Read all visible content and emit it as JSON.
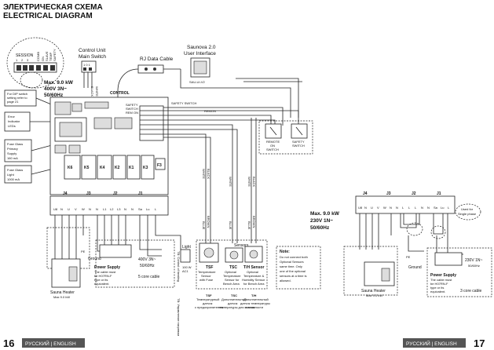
{
  "title_ru": "ЭЛЕКТРИЧЕСКАЯ СХЕМА",
  "title_en": "ELECTRICAL DIAGRAM",
  "session": {
    "label": "SESSION",
    "nums": [
      "1",
      "2",
      "3"
    ],
    "dip": [
      "COMB",
      "ON",
      "SLAVE",
      "TEMP",
      "SAFETY"
    ]
  },
  "control_unit": {
    "l1": "Control Unit",
    "l2": "Main Switch",
    "nums": "1 0 1"
  },
  "rj": "RJ Data Cable",
  "saunova": {
    "l1": "Saunova 2.0",
    "l2": "User Interface",
    "model": "SAU-UI-V2"
  },
  "control_label": "CONTROL",
  "power_left": {
    "l1": "Max. 9.0 kW",
    "l2": "400V 3N~",
    "l3": "50/60Hz"
  },
  "dip_note": {
    "l1": "For DIP switch",
    "l2": "setting refer to",
    "l3": "page 21"
  },
  "error": {
    "l1": "Error",
    "l2": "Indicator",
    "l3": "LEDs"
  },
  "fuse_primary": {
    "l1": "Fuse Glass",
    "l2": "Primary",
    "l3": "Supply",
    "l4": "160 mA"
  },
  "fuse_light": {
    "l1": "Fuse Glass",
    "l2": "Light",
    "l3": "1000 mA"
  },
  "relays": [
    "K6",
    "K5",
    "K4",
    "K2",
    "K1",
    "K3"
  ],
  "fuse_f3": "F3",
  "safety_switch": "SAFETY SWITCH",
  "remon": "REMON",
  "board_labels": [
    "SAFETY",
    "SWITCH",
    "REM ON"
  ],
  "remote_switch": {
    "l1": "REMOTE",
    "l2": "ON",
    "l3": "SWITCH"
  },
  "safety_box": {
    "l1": "SAFETY",
    "l2": "SWITCH"
  },
  "wires": {
    "white": "WHITE",
    "black": "BLACK",
    "blue": "BLUE",
    "brown": "BROWN"
  },
  "terminals_left": {
    "j4": "J4",
    "j3": "J3",
    "j2": "J2",
    "j1": "J1",
    "pins": [
      "U8",
      "N",
      "U",
      "V",
      "W",
      "N",
      "N",
      "L1",
      "L2",
      "L3",
      "N",
      "N",
      "Sa",
      "Lu",
      "L"
    ]
  },
  "sauna_heater": {
    "l1": "Sauna Heater",
    "l2": "Max 9.0 kW"
  },
  "ground": "Ground",
  "pe": "PE",
  "power_supply": {
    "l1": "Power Supply",
    "l2": "The cable must",
    "l3": "be H07RN-F",
    "l4": "type or its",
    "l5": "equivalent."
  },
  "supply_spec": {
    "l1": "400V 3N~",
    "l2": "50/60Hz"
  },
  "core5": "5 core cable",
  "light": "Light",
  "light_spec": {
    "l1": "100 W",
    "l2": "AC1"
  },
  "tb_label": "TB: Control of heating",
  "tb_ru": "ТВ: Управление нагревом",
  "sensors": "Sensors",
  "t_sensor": {
    "name": "TSF",
    "l1": "Temperature",
    "l2": "Sensor",
    "l3": "with Fuse"
  },
  "tsc": {
    "name": "TSC",
    "l1": "Optional",
    "l2": "Temperature",
    "l3": "Sensor for",
    "l4": "Bench Area"
  },
  "th": {
    "name": "T/H Sensor",
    "l1": "Optional",
    "l2": "Temperature &",
    "l3": "Humidity Sensor",
    "l4": "for Bench Area"
  },
  "ru_sensors": {
    "a": "TSF",
    "a1": "Температурный",
    "a2": "датчик",
    "a3": "с предохранителем",
    "b": "TSC",
    "b1": "Дополнительный",
    "b2": "датчик",
    "b3": "температуры для полков",
    "c": "T/H",
    "c1": "Дополнительный",
    "c2": "датчик температуры",
    "c3": "и влажности"
  },
  "note": {
    "label": "Note:",
    "l1": "Do not connect both",
    "l2": "Optional Sensors",
    "l3": "same time. Only",
    "l4": "one of the optional",
    "l5": "sensors at a time is",
    "l6": "allowed."
  },
  "power_right": {
    "l1": "Max. 9.0 kW",
    "l2": "230V 1N~",
    "l3": "50/60Hz"
  },
  "right": {
    "j4": "J4",
    "j3": "J3",
    "j2": "J2",
    "j1": "J1",
    "pins": [
      "U8",
      "N",
      "U",
      "V",
      "W",
      "N",
      "N",
      "L",
      "L",
      "L",
      "N",
      "N",
      "Sa",
      "Lu",
      "L"
    ],
    "single": {
      "l1": "Used for",
      "l2": "Single phase"
    },
    "heater": {
      "l1": "Sauna Heater",
      "l2": "Max 9.0 kW"
    },
    "pe": "PE",
    "ground": "Ground",
    "supply": {
      "l1": "230V 1N~",
      "l2": "50/60Hz"
    },
    "power": {
      "l1": "Power Supply",
      "l2": "The cable must",
      "l3": "be H07RN-F",
      "l4": "type or its",
      "l5": "equivalent."
    },
    "core3": "3 core cable"
  },
  "footer": {
    "left_page": "16",
    "right_page": "17",
    "lang": "РУССКИЙ | ENGLISH"
  }
}
